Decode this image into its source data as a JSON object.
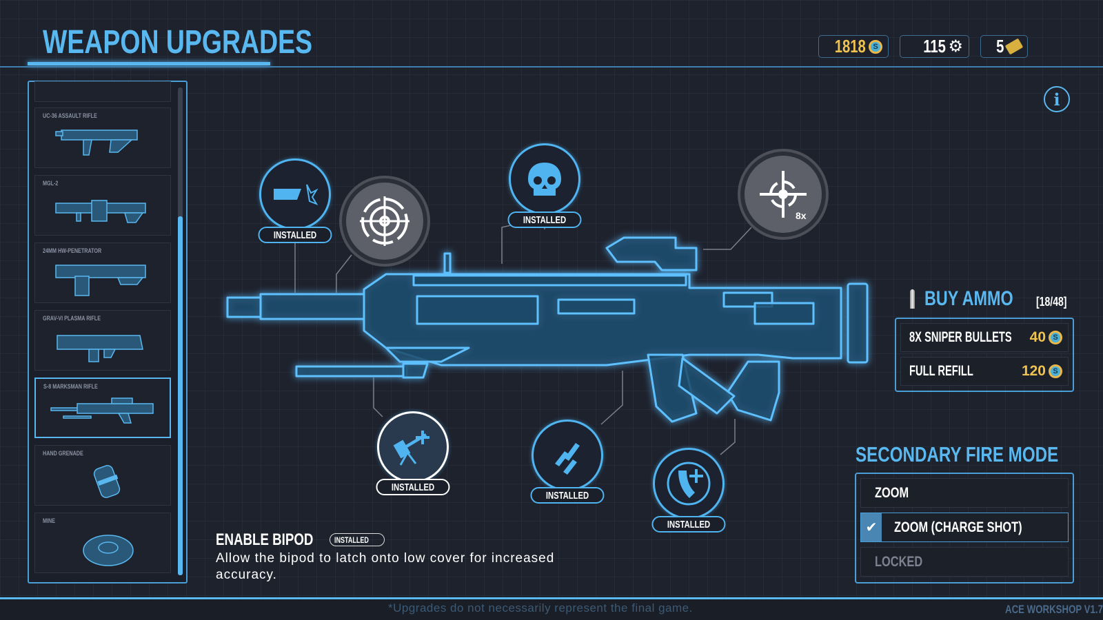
{
  "header": {
    "title": "WEAPON UPGRADES"
  },
  "currencies": [
    {
      "value": "1818",
      "icon": "credit-coin-icon",
      "color": "#f0c350"
    },
    {
      "value": "115",
      "icon": "gear-parts-icon",
      "color": "#ffffff"
    },
    {
      "value": "5",
      "icon": "ticket-icon",
      "color": "#ffffff"
    }
  ],
  "weapons": [
    {
      "name": "UC-36 ASSAULT RIFLE"
    },
    {
      "name": "MGL-2"
    },
    {
      "name": "24MM HW-PENETRATOR"
    },
    {
      "name": "GRAV-VI PLASMA RIFLE"
    },
    {
      "name": "S-8 MARKSMAN RIFLE",
      "selected": true
    },
    {
      "name": "HAND GRENADE"
    },
    {
      "name": "MINE"
    }
  ],
  "info_icon": "i",
  "upgrades": [
    {
      "icon": "muzzle-brake-icon",
      "status": "INSTALLED"
    },
    {
      "icon": "reticle-scope-icon",
      "status": "locked"
    },
    {
      "icon": "skull-icon",
      "status": "INSTALLED"
    },
    {
      "icon": "8x-scope-icon",
      "status": "locked",
      "scope_label": "8x"
    },
    {
      "icon": "bipod-icon",
      "status": "INSTALLED",
      "selected": true
    },
    {
      "icon": "bullets-icon",
      "status": "INSTALLED"
    },
    {
      "icon": "magazine-icon",
      "status": "INSTALLED"
    }
  ],
  "buy_ammo": {
    "title": "BUY AMMO",
    "count": "[18/48]",
    "items": [
      {
        "label": "8X SNIPER BULLETS",
        "price": "40"
      },
      {
        "label": "FULL REFILL",
        "price": "120"
      }
    ]
  },
  "secondary_fire": {
    "title": "SECONDARY FIRE MODE",
    "options": [
      {
        "label": "ZOOM"
      },
      {
        "label": "ZOOM (CHARGE SHOT)",
        "selected": true
      },
      {
        "label": "LOCKED",
        "disabled": true
      }
    ]
  },
  "description": {
    "title": "ENABLE BIPOD",
    "badge": "INSTALLED",
    "text": "Allow the bipod to latch onto low cover for increased accuracy."
  },
  "footer": {
    "disclaimer": "*Upgrades do not necessarily represent the final game.",
    "version": "ACE WORKSHOP V1.7"
  },
  "colors": {
    "accent": "#5ab8f0",
    "gold": "#f0c350",
    "background": "#1e222d"
  }
}
